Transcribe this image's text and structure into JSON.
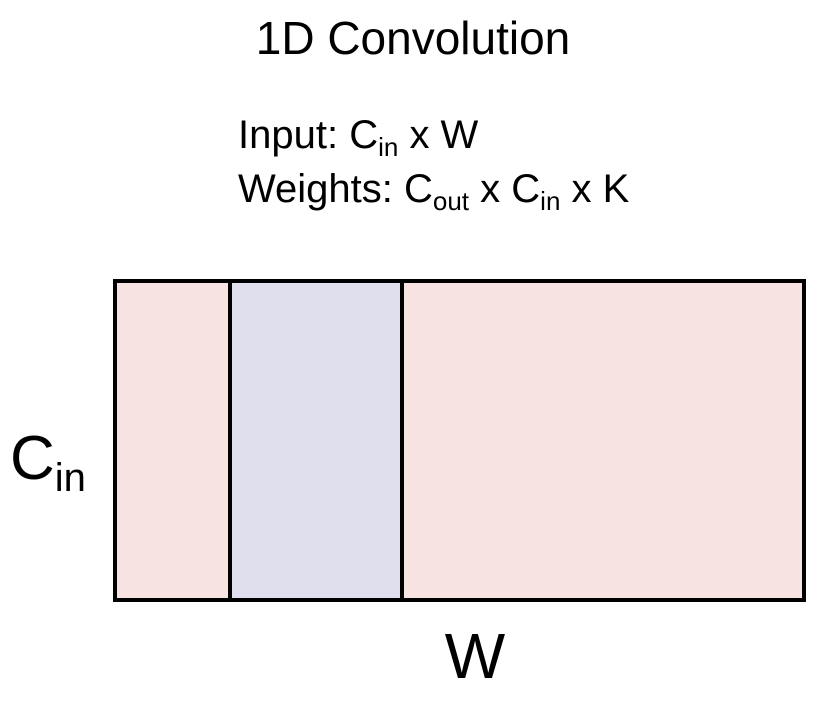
{
  "title": "1D Convolution",
  "input_line": {
    "prefix": "Input: C",
    "sub": "in",
    "suffix": " x W"
  },
  "weights_line": {
    "prefix": "Weights: C",
    "sub1": "out",
    "middle": " x C",
    "sub2": "in",
    "suffix": " x K"
  },
  "axis_labels": {
    "height_main": "C",
    "height_sub": "in",
    "width": "W"
  },
  "colors": {
    "input_fill": "#f8e3e3",
    "kernel_window_fill": "#dfdfee",
    "stroke": "#000000"
  }
}
